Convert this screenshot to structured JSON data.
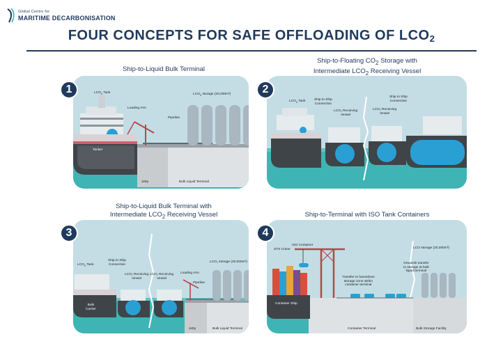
{
  "logo": {
    "line1": "Global Centre for",
    "line2": "MARITIME DECARBONISATION"
  },
  "header": {
    "title": "FOUR CONCEPTS FOR SAFE OFFLOADING OF LCO",
    "title_sub": "2"
  },
  "colors": {
    "navy": "#1f3a5c",
    "water": "#3fb4b4",
    "panel_bg": "#c4dde5",
    "tank": "#a9b7c1",
    "hull": "#3f4448",
    "ship_tank": "#2a9fd4"
  },
  "panels": [
    {
      "number": "1",
      "title_line1": "Ship-to-Liquid Bulk Terminal",
      "labels": {
        "lco2_tank_pre": "LCO",
        "lco2_tank_sub": "2",
        "lco2_tank_post": " Tank",
        "loading_arm": "Loading Arm",
        "storage_pre": "LCO",
        "storage_sub": "2",
        "storage_post": " storage (20,000m³)",
        "pipeline": "Pipeline",
        "tanker": "Tanker",
        "jetty": "Jetty",
        "bulk_terminal": "Bulk Liquid Terminal"
      }
    },
    {
      "number": "2",
      "title_line1_pre": "Ship-to-Floating CO",
      "title_line1_sub": "2",
      "title_line1_post": " Storage with",
      "title_line2_pre": "Intermediate LCO",
      "title_line2_sub": "2",
      "title_line2_post": " Receiving Vessel",
      "labels": {
        "lco2_tank_pre": "LCO",
        "lco2_tank_sub": "2",
        "lco2_tank_post": " Tank",
        "sts_conn_1": "Ship to Ship\nConnection",
        "receiving_1": "LCO₂ Receiving\nVessel",
        "receiving_2": "LCO₂ Receiving\nVessel",
        "sts_conn_2": "Ship to Ship\nConnection"
      }
    },
    {
      "number": "3",
      "title_line1": "Ship-to-Liquid Bulk Terminal with",
      "title_line2_pre": "Intermediate LCO",
      "title_line2_sub": "2",
      "title_line2_post": " Receiving Vessel",
      "labels": {
        "lco2_tank_pre": "LCO",
        "lco2_tank_sub": "2",
        "lco2_tank_post": " Tank",
        "sts_conn": "Ship to Ship\nConnection",
        "receiving_1": "LCO₂ Receiving\nVessel",
        "receiving_2": "LCO₂ Receiving\nVessel",
        "loading_arm": "Loading Arm",
        "storage": "LCO₂ storage (20,000m³)",
        "pipeline": "Pipeline",
        "bulk_carrier": "Bulk\nCarrier",
        "jetty": "Jetty",
        "bulk_terminal": "Bulk Liquid Terminal"
      }
    },
    {
      "number": "4",
      "title_line1": "Ship-to-Terminal with ISO Tank Containers",
      "labels": {
        "iso_container": "ISO Container",
        "sts_crane": "STS Crane",
        "storage": "LCO  storage (20,000m³)",
        "onwards": "Onwards transfer\nto storage at bulk\nliquid terminal",
        "transfer": "Transfer to hazardous\nstorage zone within\ncontainer terminal",
        "container_ship": "Container Ship",
        "container_terminal": "Container Terminal",
        "bulk_storage": "Bulk Storage Facility"
      }
    }
  ]
}
